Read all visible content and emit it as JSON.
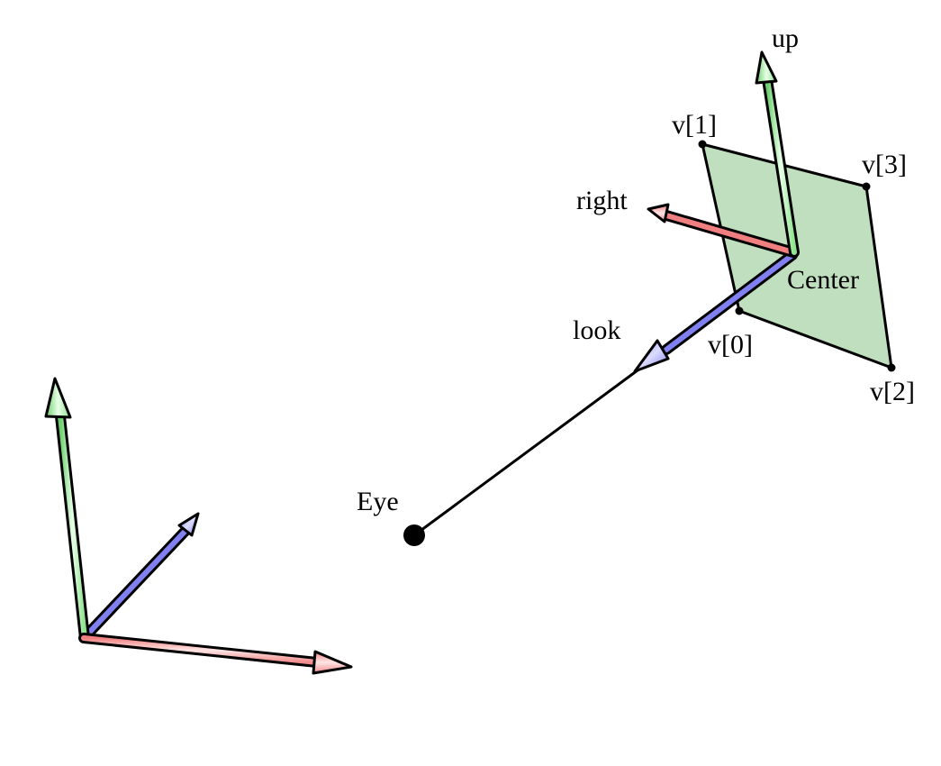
{
  "diagram": {
    "labels": {
      "up": "up",
      "right": "right",
      "look": "look",
      "center": "Center",
      "eye": "Eye",
      "v0": "v[0]",
      "v1": "v[1]",
      "v2": "v[2]",
      "v3": "v[3]"
    },
    "colors": {
      "up_vector": "#90ee90",
      "right_vector": "#f08080",
      "look_vector": "#8080f0",
      "plane_fill": "#bfdfbf",
      "outline": "#000000"
    }
  }
}
